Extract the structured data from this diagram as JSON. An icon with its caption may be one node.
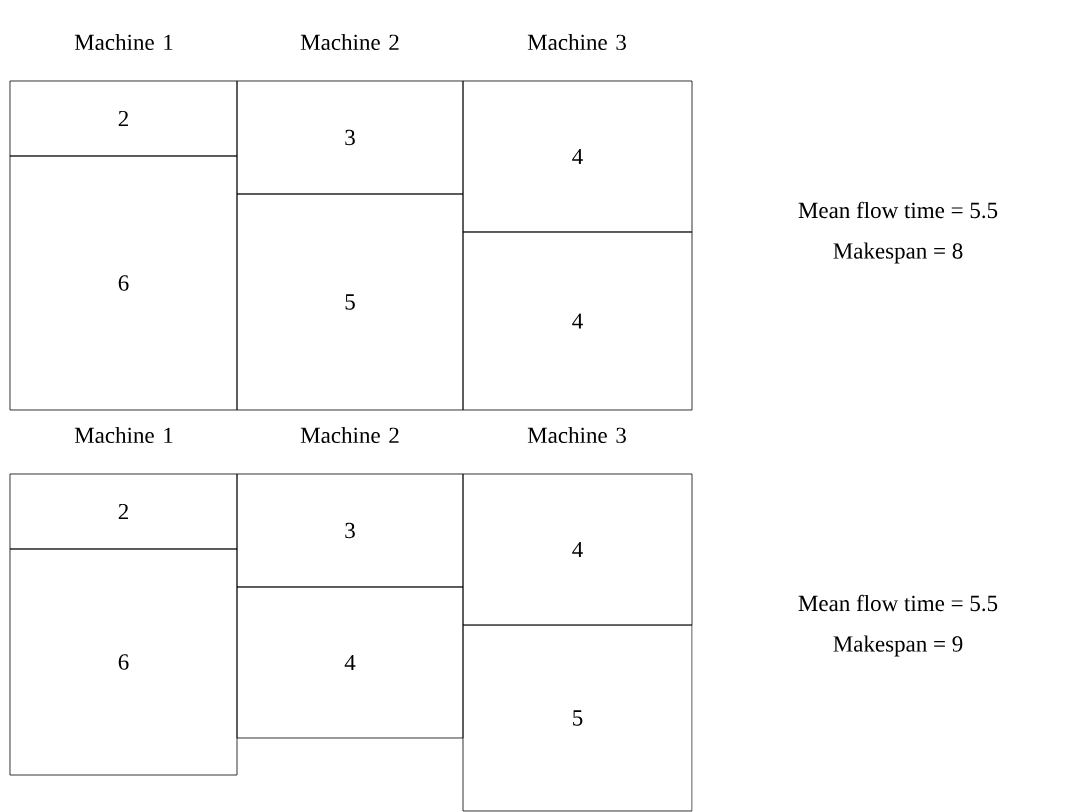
{
  "diagram": {
    "nodes": [
      {
        "text": [
          "2"
        ]
      },
      {
        "text": [
          "6"
        ]
      },
      {
        "text": [
          "3"
        ]
      },
      {
        "text": [
          "5"
        ]
      },
      {
        "text": [
          "4"
        ]
      },
      {
        "text": [
          "4"
        ]
      },
      {
        "text": [
          "2"
        ]
      },
      {
        "text": [
          "6"
        ]
      },
      {
        "text": [
          "3"
        ]
      },
      {
        "text": [
          "4"
        ]
      },
      {
        "text": [
          "4"
        ]
      },
      {
        "text": [
          "5"
        ]
      }
    ],
    "labels": [
      "Machine 1",
      "Machine 2",
      "Machine 3",
      "Mean flow time = 5.5",
      "Makespan = 8",
      "Machine 1",
      "Machine 2",
      "Machine 3",
      "Mean flow time = 5.5",
      "Makespan = 9"
    ]
  }
}
